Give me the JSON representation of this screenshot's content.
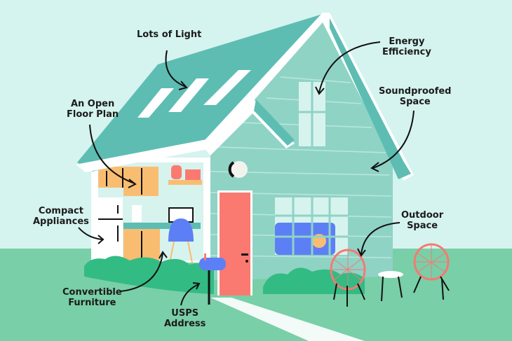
{
  "illustration": {
    "subject": "Tiny house features",
    "colors": {
      "sky": "#d5f3ef",
      "ground": "#79cfa7",
      "roof": "#5dbdb3",
      "siding": "#8fd3c5",
      "trim": "#ffffff",
      "door": "#fa7a72",
      "cabinets": "#f9bd72",
      "sofa": "#5d7ff5",
      "bushes": "#33bb84",
      "chairs": "#f47a72",
      "text": "#1b1b1b"
    }
  },
  "labels": {
    "lots_of_light": "Lots of Light",
    "energy_efficiency": [
      "Energy",
      "Efficiency"
    ],
    "open_floor_plan": [
      "An Open",
      "Floor Plan"
    ],
    "soundproofed_space": [
      "Soundproofed",
      "Space"
    ],
    "compact_appliances": [
      "Compact",
      "Appliances"
    ],
    "outdoor_space": [
      "Outdoor",
      "Space"
    ],
    "convertible_furniture": [
      "Convertible",
      "Furniture"
    ],
    "usps_address": [
      "USPS",
      "Address"
    ]
  }
}
